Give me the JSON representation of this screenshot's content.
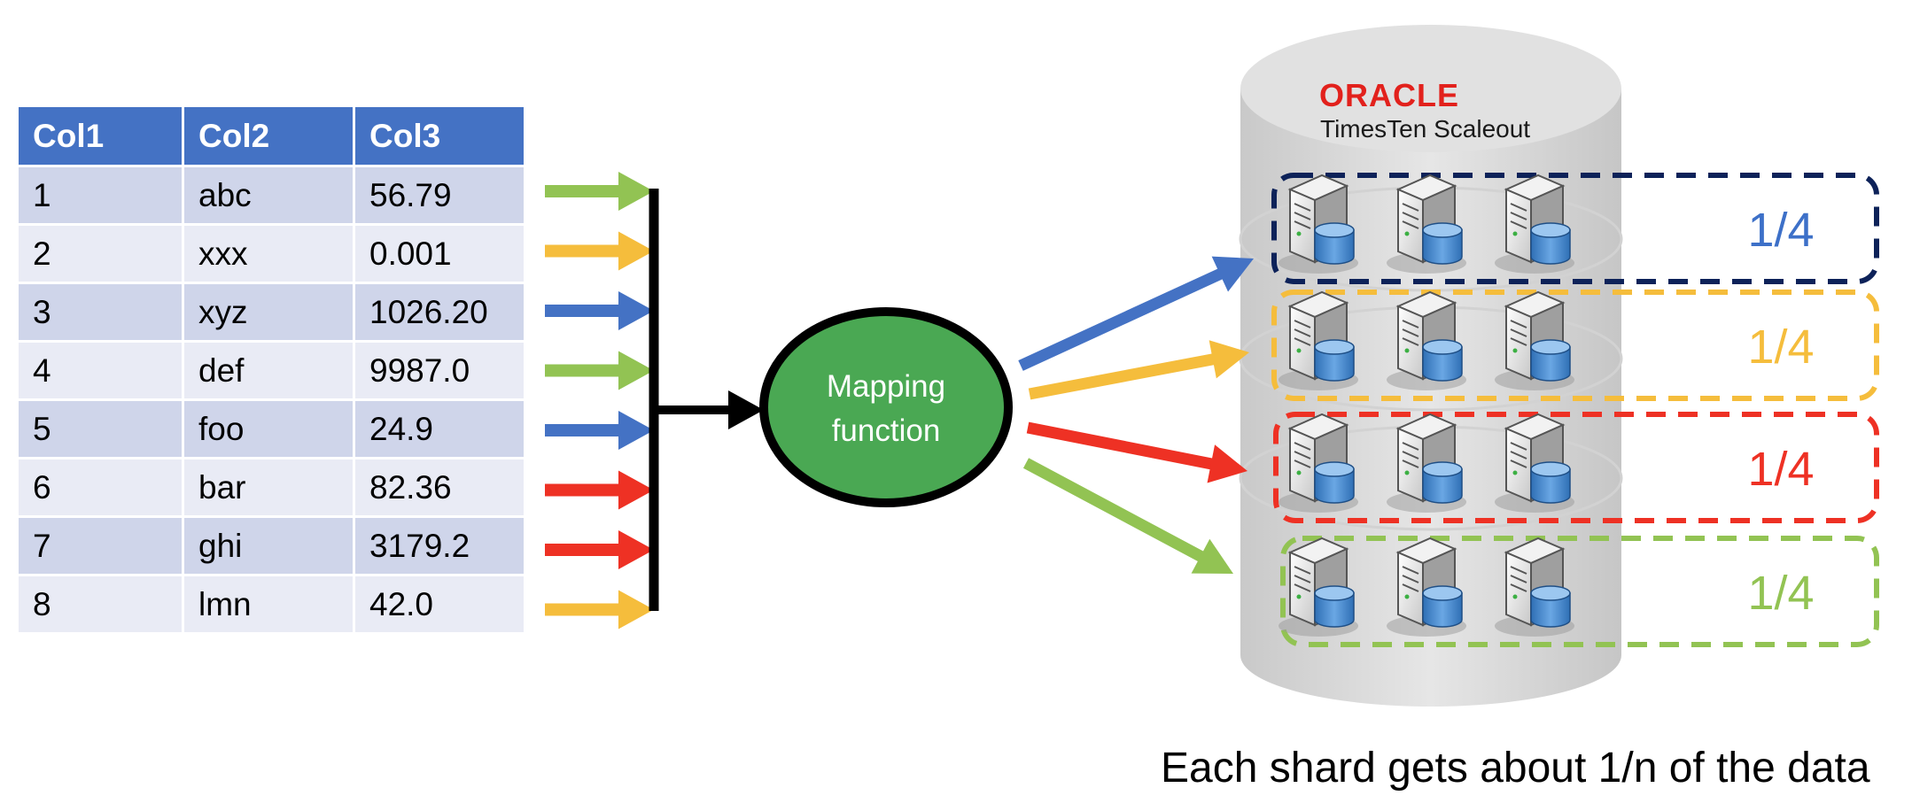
{
  "table": {
    "headers": [
      "Col1",
      "Col2",
      "Col3"
    ],
    "rows": [
      [
        "1",
        "abc",
        "56.79"
      ],
      [
        "2",
        "xxx",
        "0.001"
      ],
      [
        "3",
        "xyz",
        "1026.20"
      ],
      [
        "4",
        "def",
        "9987.0"
      ],
      [
        "5",
        "foo",
        "24.9"
      ],
      [
        "6",
        "bar",
        "82.36"
      ],
      [
        "7",
        "ghi",
        "3179.2"
      ],
      [
        "8",
        "lmn",
        "42.0"
      ]
    ]
  },
  "row_arrow_colors": [
    "#92c353",
    "#f5bd3c",
    "#4472c4",
    "#92c353",
    "#4472c4",
    "#ee3124",
    "#ee3124",
    "#f5bd3c"
  ],
  "mapping": {
    "line1": "Mapping",
    "line2": "function",
    "fill": "#4aa853"
  },
  "database": {
    "brand": "ORACLE",
    "product": "TimesTen Scaleout",
    "brand_color": "#e2211c"
  },
  "shards": [
    {
      "fraction": "1/4",
      "color": "#0d2259",
      "label_color": "#3d70c8",
      "arrow_color": "#4472c4"
    },
    {
      "fraction": "1/4",
      "color": "#f5bd3c",
      "label_color": "#f5bd3c",
      "arrow_color": "#f5bd3c"
    },
    {
      "fraction": "1/4",
      "color": "#ee3124",
      "label_color": "#ee3124",
      "arrow_color": "#ee3124"
    },
    {
      "fraction": "1/4",
      "color": "#92c353",
      "label_color": "#92c353",
      "arrow_color": "#92c353"
    }
  ],
  "caption": "Each shard gets about 1/n of the data"
}
